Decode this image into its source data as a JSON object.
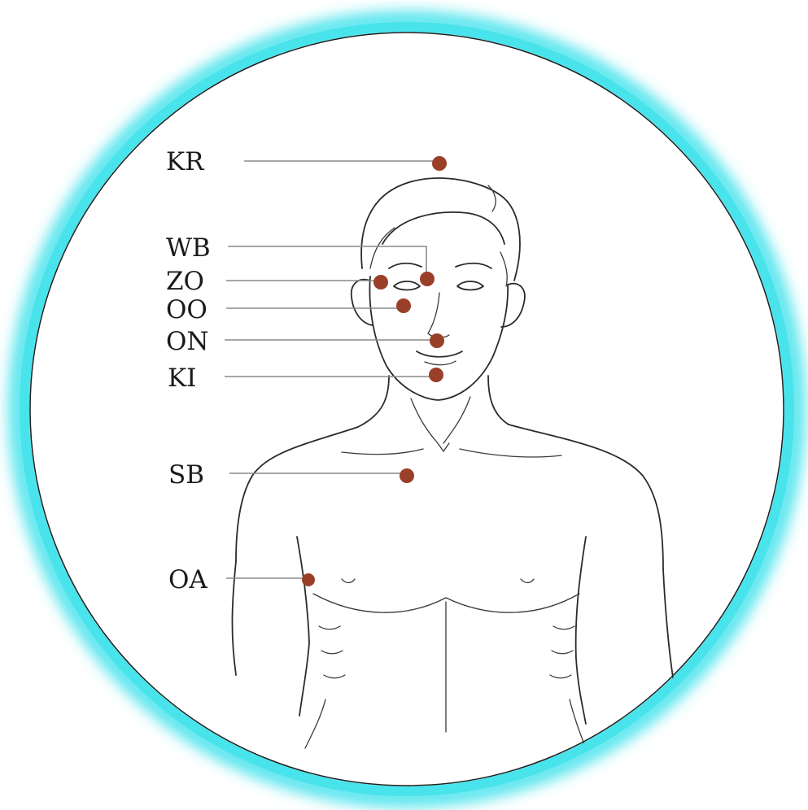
{
  "frame": {
    "glow_color": "#49e3ec",
    "ring_color": "#1f1f1f",
    "fill_color": "#ffffff"
  },
  "point_color": "#9a3f28",
  "points": [
    {
      "code": "KR"
    },
    {
      "code": "WB"
    },
    {
      "code": "ZO"
    },
    {
      "code": "OO"
    },
    {
      "code": "ON"
    },
    {
      "code": "KI"
    },
    {
      "code": "SB"
    },
    {
      "code": "OA"
    }
  ]
}
